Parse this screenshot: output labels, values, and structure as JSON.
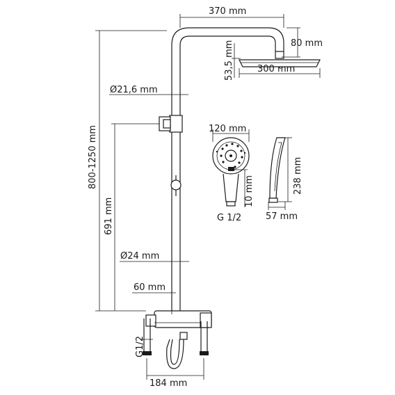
{
  "labels": {
    "arm_length": "370 mm",
    "head_height": "80 mm",
    "head_offset": "53,5 mm",
    "head_width": "300 mm",
    "pipe_upper_diameter": "Ø21,6 mm",
    "pipe_lower_diameter": "Ø24 mm",
    "total_height": "800-1250 mm",
    "lower_height": "691 mm",
    "handshower_width": "120 mm",
    "handshower_depth": "10 mm",
    "handshower_thread": "G 1/2",
    "handshower_length": "238 mm",
    "handshower_side_width": "57 mm",
    "mixer_offset": "60 mm",
    "inlet_thread": "G1/2",
    "inlet_spacing": "184 mm"
  }
}
